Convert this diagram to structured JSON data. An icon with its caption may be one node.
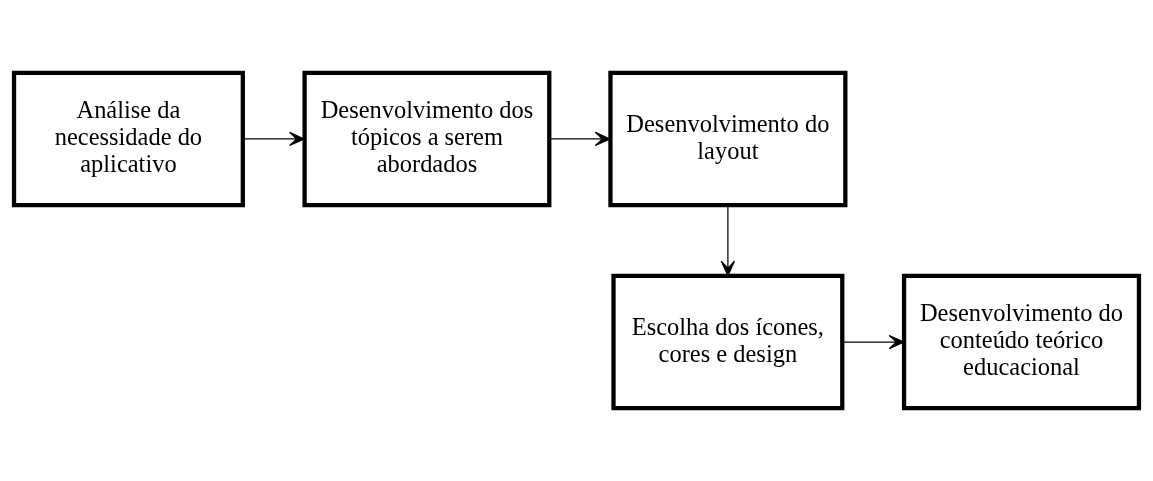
{
  "diagram": {
    "nodes": [
      {
        "text": [
          "Análise da necessidade do aplicativo"
        ]
      },
      {
        "text": [
          "Desenvolvimento dos tópicos a serem abordados"
        ]
      },
      {
        "text": [
          "Desenvolvimento do layout"
        ]
      },
      {
        "text": [
          "Escolha dos ícones, cores e design"
        ]
      },
      {
        "text": [
          "Desenvolvimento do conteúdo teórico educacional"
        ]
      }
    ],
    "edges": [
      {
        "from": 0,
        "to": 1,
        "arrow": "to"
      },
      {
        "from": 1,
        "to": 2,
        "arrow": "to"
      },
      {
        "from": 2,
        "to": 3,
        "arrow": "to"
      },
      {
        "from": 3,
        "to": 4,
        "arrow": "to"
      }
    ]
  }
}
